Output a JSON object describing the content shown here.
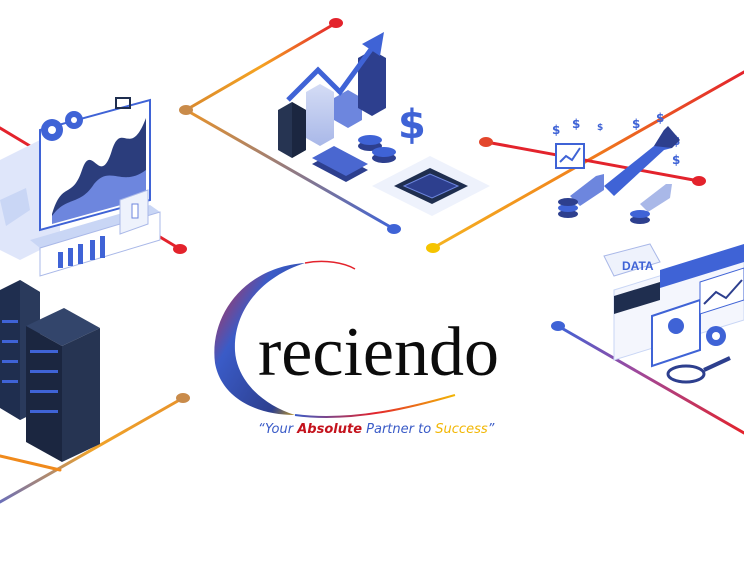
{
  "brand": {
    "name": "reciendo",
    "tagline": {
      "open_quote": "“",
      "your": "Your ",
      "absolute": "Absolute",
      "partner_to": " Partner to ",
      "success": "Success",
      "close_quote": "”"
    }
  },
  "illustration_labels": {
    "data_card": "DATA"
  },
  "colors": {
    "line_red": "#e3232c",
    "line_orange": "#f08a1c",
    "line_blue": "#3f63d6",
    "dark_navy": "#1f2e4f",
    "accent_blue": "#3a5bc7",
    "light_blue": "#c9d6f5",
    "accent_red": "#c4131d",
    "accent_yellow": "#f2b705"
  },
  "icons": [
    "gear-icon",
    "dollar-icon",
    "coin-icon",
    "chip-icon",
    "server-icon",
    "chart-icon",
    "magnifier-icon",
    "arrow-up-icon"
  ]
}
